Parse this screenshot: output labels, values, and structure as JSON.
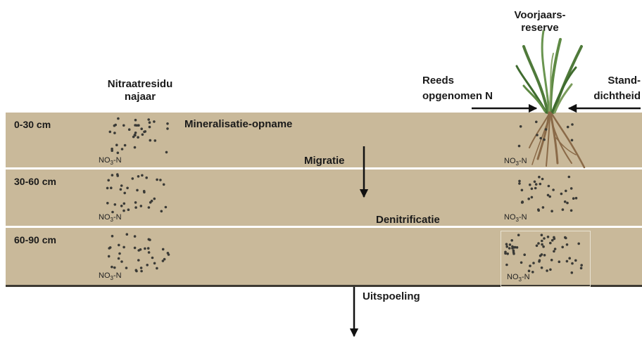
{
  "layers": [
    {
      "label": "0-30 cm"
    },
    {
      "label": "30-60 cm"
    },
    {
      "label": "60-90 cm"
    }
  ],
  "labels": {
    "nitrate_residue": "Nitraatresidu\nnajaar",
    "mineralisation": "Mineralisatie-opname",
    "migration": "Migratie",
    "denitrification": "Denitrificatie",
    "leaching": "Uitspoeling",
    "spring_reserve": "Voorjaars-\nreserve",
    "taken_up": "Reeds\nopgenomen N",
    "density": "Stand-\ndichtheid",
    "no3_main": "NO",
    "no3_sub": "3",
    "no3_suffix": "-N"
  },
  "colors": {
    "soil": "#c9b99a",
    "dots": "#3a3a36",
    "plant_green": "#4f7a3a",
    "root": "#8a6a48"
  }
}
